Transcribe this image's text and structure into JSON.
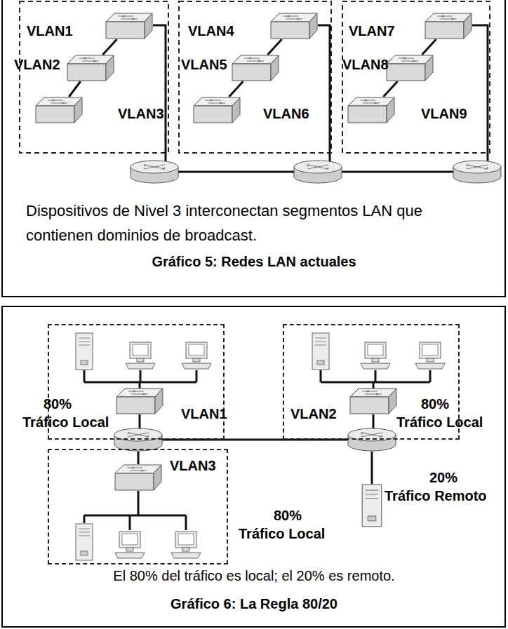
{
  "diagram": {
    "nodes": [
      {
        "text": [
          "VLAN1"
        ]
      },
      {
        "text": [
          "VLAN2"
        ]
      },
      {
        "text": [
          "VLAN3"
        ]
      },
      {
        "text": [
          "VLAN4"
        ]
      },
      {
        "text": [
          "VLAN5"
        ]
      },
      {
        "text": [
          "VLAN6"
        ]
      },
      {
        "text": [
          "VLAN7"
        ]
      },
      {
        "text": [
          "VLAN8"
        ]
      },
      {
        "text": [
          "VLAN9"
        ]
      },
      {
        "text": [
          "VLAN1"
        ]
      },
      {
        "text": [
          "VLAN2"
        ]
      },
      {
        "text": [
          "VLAN3"
        ]
      }
    ],
    "edges": [
      {
        "from": 0,
        "to": 1,
        "arrow": "none"
      },
      {
        "from": 1,
        "to": 2,
        "arrow": "none"
      },
      {
        "from": 3,
        "to": 4,
        "arrow": "none"
      },
      {
        "from": 4,
        "to": 5,
        "arrow": "none"
      },
      {
        "from": 6,
        "to": 7,
        "arrow": "none"
      },
      {
        "from": 7,
        "to": 8,
        "arrow": "none"
      }
    ],
    "labels": [
      "Dispositivos de Nivel 3 interconectan segmentos LAN que contienen dominios de broadcast.",
      "Gráfico 5: Redes LAN actuales",
      "80% Tráfico Local",
      "80% Tráfico Local",
      "20% Tráfico Remoto",
      "80% Tráfico Local",
      "El 80% del tráfico es local; el 20% es remoto.",
      "Gráfico 6: La Regla 80/20"
    ]
  }
}
